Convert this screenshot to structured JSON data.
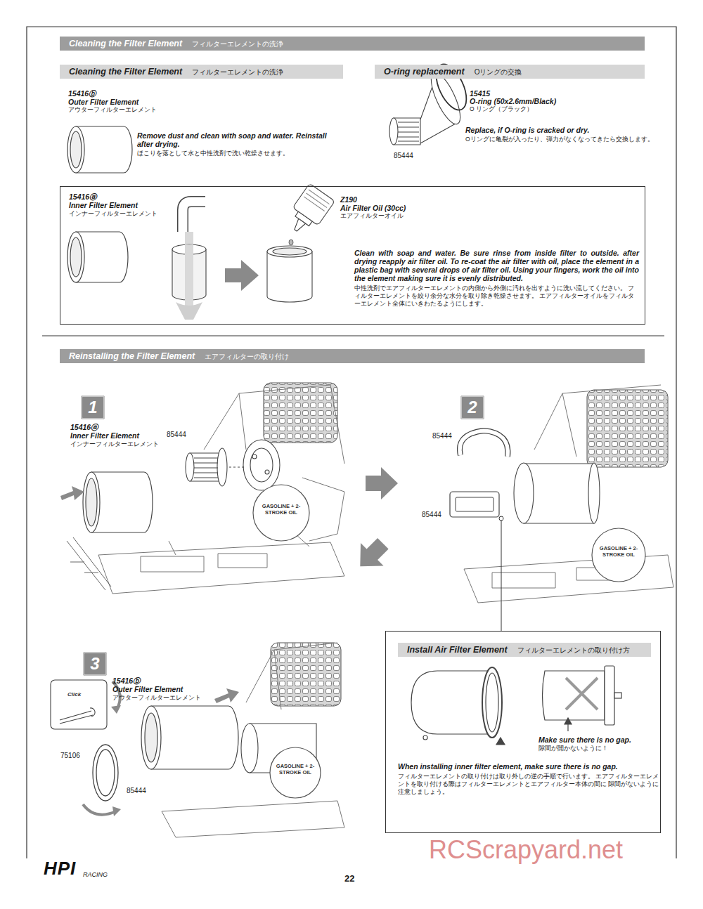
{
  "diagram": {
    "nodes": [
      {
        "text": [
          "Cleaning the Filter Element",
          "フィルターエレメントの洗浄"
        ]
      },
      {
        "text": [
          "Cleaning the Filter Element",
          "フィルターエレメントの洗浄"
        ]
      },
      {
        "text": [
          "O-ring replacement",
          "Oリングの交換"
        ]
      },
      {
        "text": [
          "15416ⓐ",
          "Inner Filter Element",
          "インナーフィルターエレメント",
          "Z190",
          "Air Filter Oil (30cc)",
          "エアフィルターオイル",
          "Clean with soap and water. Be sure rinse from inside filter to outside. after drying reapply air filter oil. To re-coat the air filter with oil, place the element in a plastic bag with several drops of air filter oil. Using your fingers, work the oil into the element making sure it is evenly distributed.",
          "中性洗剤でエアフィルターエレメントの内側から外側に汚れを出すように洗い流してください。 フィルターエレメントを絞り余分な水分を取り除き乾燥させます。 エアフィルターオイルをフィルターエレメント全体にいきわたるようにします。"
        ]
      },
      {
        "text": [
          "Reinstalling the Filter Element",
          "エアフィルターの取り付け"
        ]
      },
      {
        "text": [
          "1"
        ]
      },
      {
        "text": [
          "2"
        ]
      },
      {
        "text": [
          "3"
        ]
      },
      {
        "text": [
          "Make sure there is no gap.",
          "隙間が開かないように！",
          "When installing inner filter element, make sure there is no gap.",
          "フィルターエレメントの取り付けは取り外しの逆の手順で行います。 エアフィルターエレメントを取り付ける際はフィルターエレメントとエアフィルター本体の間に 隙間がないように注意しましょう。"
        ]
      },
      {
        "text": [
          "Install Air Filter Element",
          "フィルターエレメントの取り付け方"
        ],
        "in": 8
      }
    ],
    "labels": [
      "15416ⓑ",
      "Outer Filter Element",
      "アウターフィルターエレメント",
      "Remove dust and clean with soap and water. Reinstall after drying.",
      "ほこりを落として水と中性洗剤で洗い乾燥させます。",
      "15415",
      "O-ring (50x2.6mm/Black)",
      "O リング（ブラック）",
      "Replace, if O-ring is cracked or dry.",
      "Oリングに亀裂が入ったり、弾力がなくなってきたら交換します。",
      "85444",
      "15416ⓐ",
      "Inner Filter Element",
      "インナーフィルターエレメント",
      "85444",
      "GASOLINE + 2-STROKE OIL",
      "85444",
      "85444",
      "GASOLINE + 2-STROKE OIL",
      "15416ⓑ",
      "Outer Filter Element",
      "アウターフィルターエレメント",
      "Click",
      "75106",
      "85444",
      "GASOLINE + 2-STROKE OIL",
      "HPI",
      "RACING",
      "22",
      "RCScrapyard.net"
    ]
  }
}
